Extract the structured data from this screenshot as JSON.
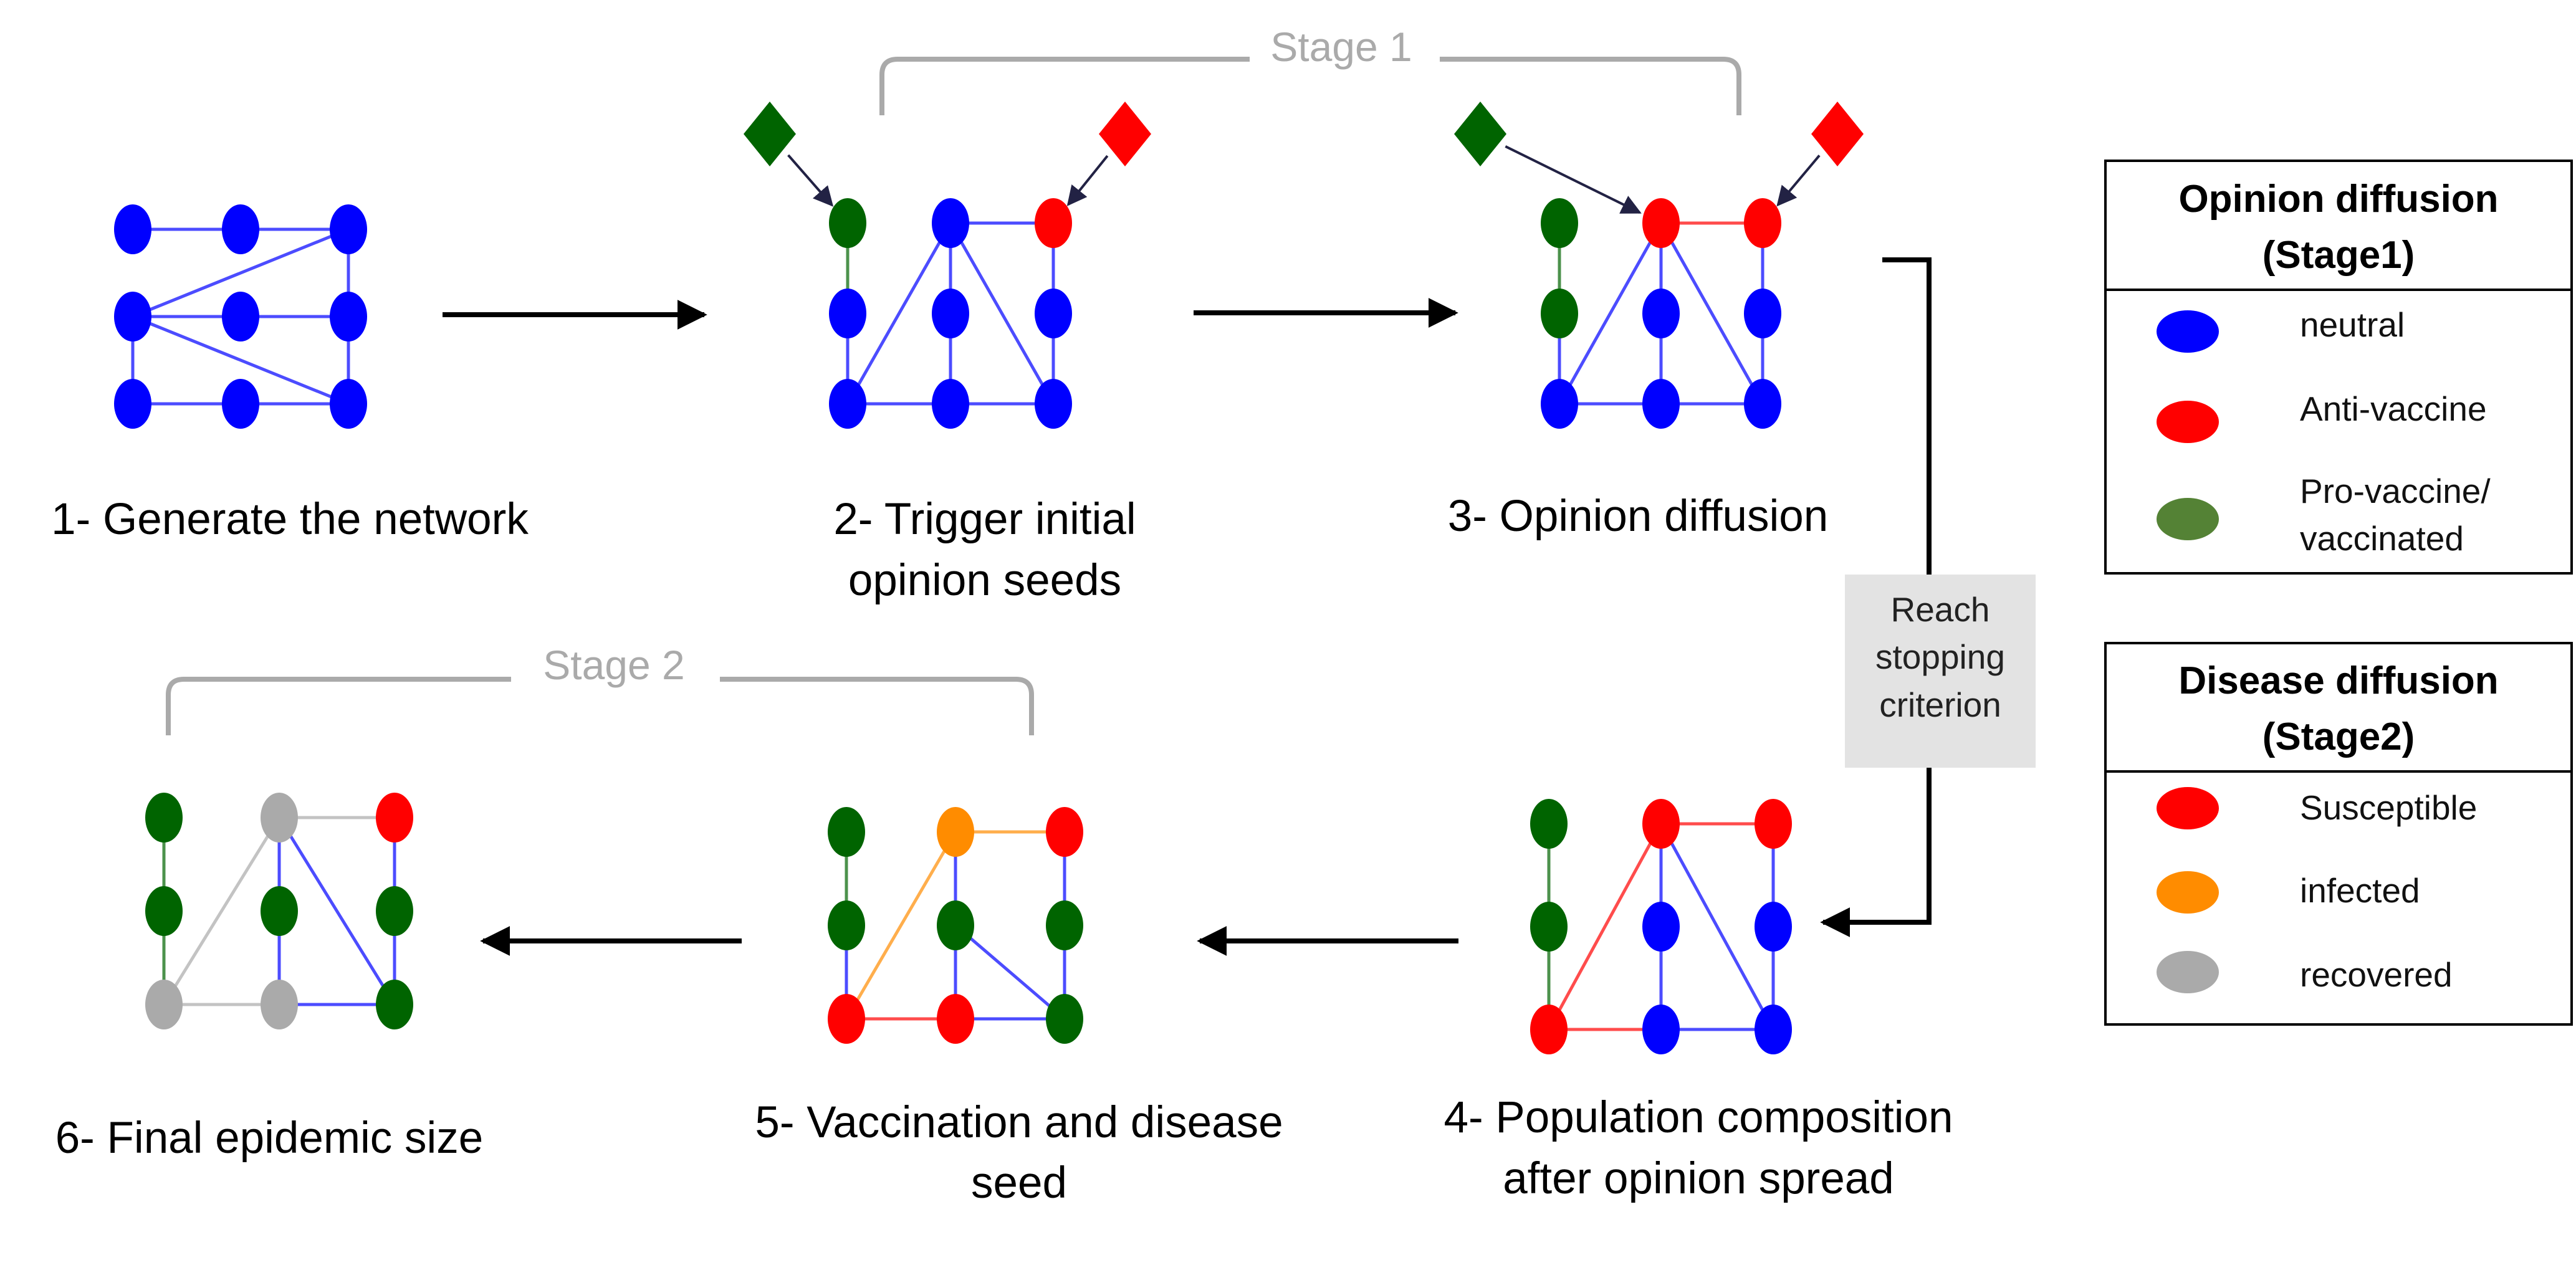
{
  "steps": {
    "s1": {
      "line1": "1- Generate the network"
    },
    "s2": {
      "line1": "2- Trigger initial",
      "line2": "opinion seeds"
    },
    "s3": {
      "line1": "3- Opinion diffusion"
    },
    "s4": {
      "line1": "4- Population composition",
      "line2": "after opinion spread"
    },
    "s5": {
      "line1": "5- Vaccination and disease",
      "line2": "seed"
    },
    "s6": {
      "line1": "6- Final epidemic size"
    }
  },
  "stages": {
    "stage1": "Stage 1",
    "stage2": "Stage 2"
  },
  "stopping": {
    "line1": "Reach",
    "line2": "stopping",
    "line3": "criterion"
  },
  "legend_opinion": {
    "title_line1": "Opinion diffusion",
    "title_line2": "(Stage1)",
    "items": [
      {
        "color": "#0000ff",
        "label": "neutral"
      },
      {
        "color": "#ff0000",
        "label": "Anti-vaccine"
      },
      {
        "color": "#548235",
        "label": "Pro-vaccine/",
        "label2": "vaccinated"
      }
    ]
  },
  "legend_disease": {
    "title_line1": "Disease diffusion",
    "title_line2": "(Stage2)",
    "items": [
      {
        "color": "#ff0000",
        "label": "Susceptible"
      },
      {
        "color": "#ff8c00",
        "label": "infected"
      },
      {
        "color": "#aaaaaa",
        "label": "recovered"
      }
    ]
  },
  "colors": {
    "neutral": "#0000ff",
    "anti": "#ff0000",
    "pro": "#006400",
    "infected": "#ff8c00",
    "recovered": "#aaaaaa"
  }
}
